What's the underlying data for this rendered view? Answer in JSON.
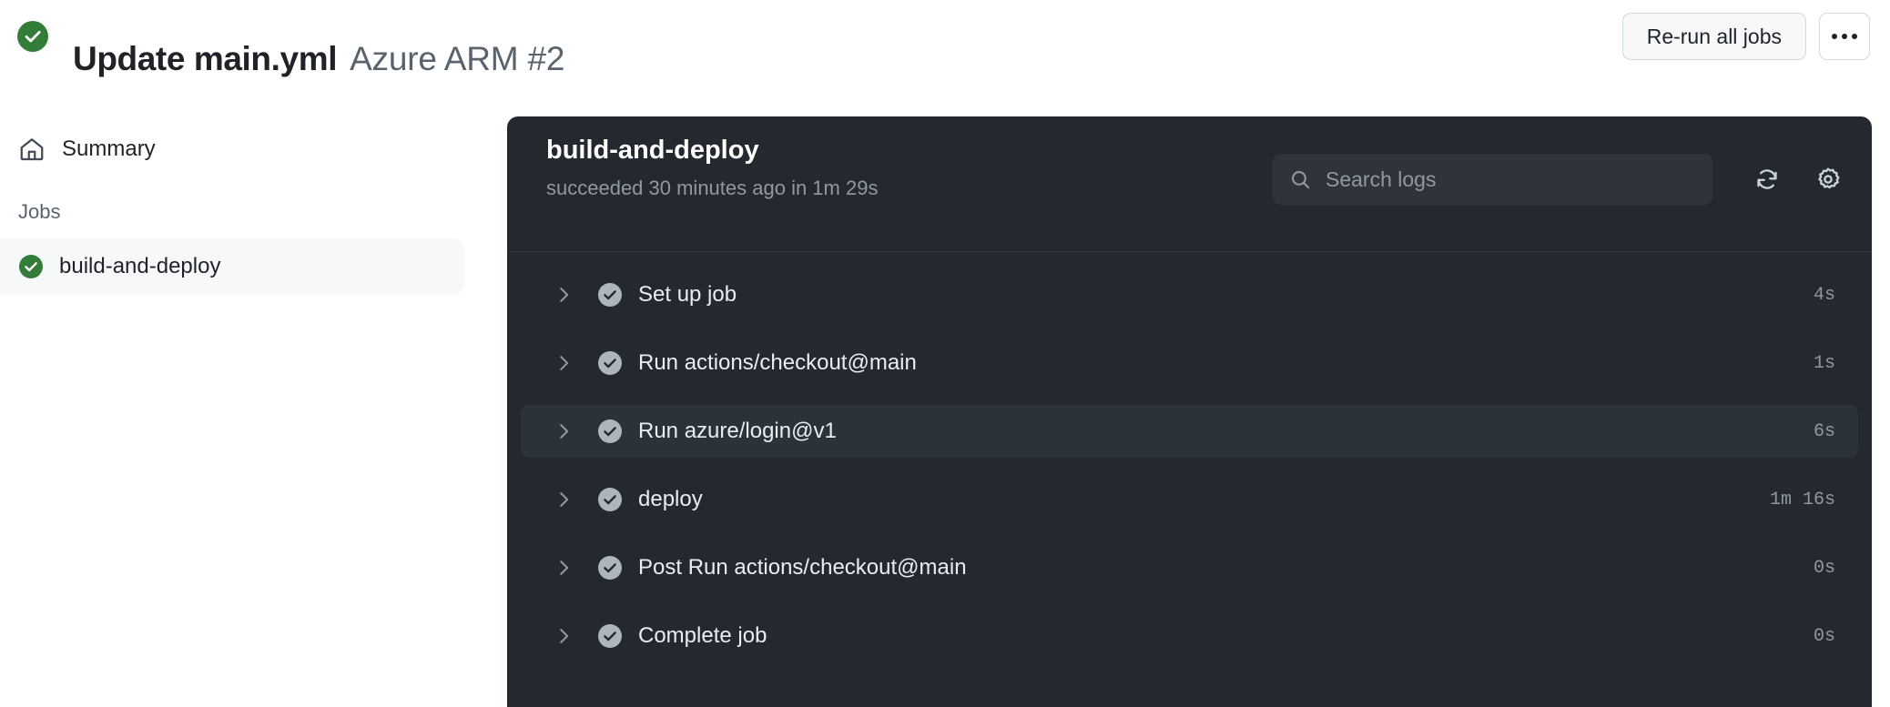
{
  "header": {
    "status_icon": "check-circle-green-icon",
    "title_main": "Update main.yml",
    "title_sub": "Azure ARM #2",
    "rerun_label": "Re-run all jobs",
    "kebab_icon": "kebab-horizontal-icon"
  },
  "sidebar": {
    "summary": {
      "icon": "home-icon",
      "label": "Summary"
    },
    "section_title": "Jobs",
    "jobs": [
      {
        "icon": "check-circle-green-icon",
        "label": "build-and-deploy",
        "selected": true
      }
    ]
  },
  "panel": {
    "title": "build-and-deploy",
    "subtitle": "succeeded 30 minutes ago in 1m 29s",
    "search": {
      "icon": "search-icon",
      "value": "",
      "placeholder": "Search logs"
    },
    "refresh_icon": "refresh-icon",
    "settings_icon": "gear-icon",
    "steps": [
      {
        "chevron": "chevron-right-icon",
        "status_icon": "check-circle-gray-icon",
        "name": "Set up job",
        "duration": "4s",
        "hovered": false
      },
      {
        "chevron": "chevron-right-icon",
        "status_icon": "check-circle-gray-icon",
        "name": "Run actions/checkout@main",
        "duration": "1s",
        "hovered": false
      },
      {
        "chevron": "chevron-right-icon",
        "status_icon": "check-circle-gray-icon",
        "name": "Run azure/login@v1",
        "duration": "6s",
        "hovered": true
      },
      {
        "chevron": "chevron-right-icon",
        "status_icon": "check-circle-gray-icon",
        "name": "deploy",
        "duration": "1m 16s",
        "hovered": false
      },
      {
        "chevron": "chevron-right-icon",
        "status_icon": "check-circle-gray-icon",
        "name": "Post Run actions/checkout@main",
        "duration": "0s",
        "hovered": false
      },
      {
        "chevron": "chevron-right-icon",
        "status_icon": "check-circle-gray-icon",
        "name": "Complete job",
        "duration": "0s",
        "hovered": false
      }
    ]
  },
  "colors": {
    "success_green": "#347d39",
    "panel_background": "#24292f",
    "panel_row_hover": "#2c323a",
    "sidebar_selected": "#f6f8fa",
    "text_muted": "#59636e",
    "text_dark_muted": "#9198a1"
  }
}
